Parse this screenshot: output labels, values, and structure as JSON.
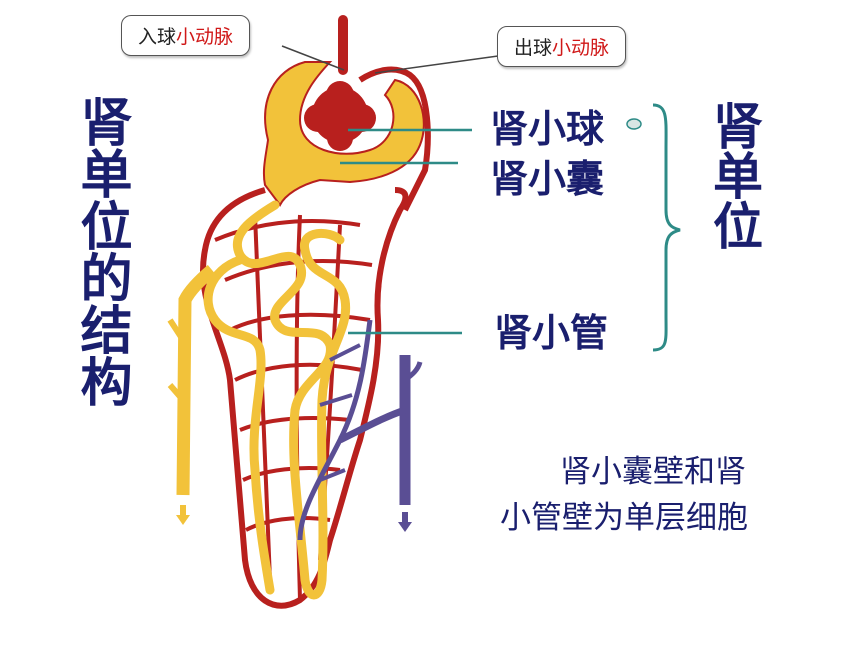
{
  "title_vertical": "肾单位的结构",
  "callouts": {
    "afferent": {
      "prefix": "入球",
      "highlight": "小动脉"
    },
    "efferent": {
      "prefix": "出球",
      "highlight": "小动脉"
    }
  },
  "parts": {
    "glomerulus": "肾小球",
    "capsule": "肾小囊",
    "tubule": "肾小管"
  },
  "group_label": "肾单位",
  "note": {
    "line1": "肾小囊壁和肾",
    "line2": "小管壁为单层细胞"
  },
  "colors": {
    "text_dark_blue": "#1a1f6e",
    "artery_red": "#b8201e",
    "tubule_yellow": "#f2c23a",
    "vein_purple": "#5a4e94",
    "leader_teal": "#2e8b87"
  }
}
